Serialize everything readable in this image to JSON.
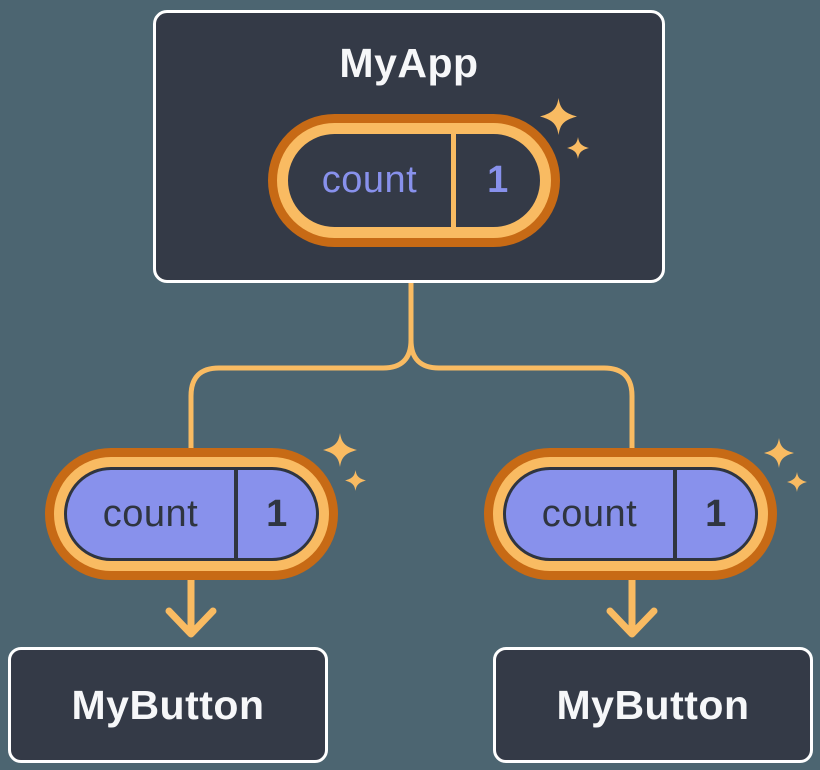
{
  "page": {
    "background": "#4C6571"
  },
  "colors": {
    "card_bg": "#343A47",
    "card_border": "#FFFFFF",
    "text_light": "#F6F7F9",
    "purple": "#8891EC",
    "orange_dark": "#C76A15",
    "orange_light": "#F9BB62",
    "ink": "#2F3540"
  },
  "app": {
    "title": "MyApp",
    "state": {
      "label": "count",
      "value": "1"
    }
  },
  "children": [
    {
      "title": "MyButton",
      "pill": {
        "label": "count",
        "value": "1"
      }
    },
    {
      "title": "MyButton",
      "pill": {
        "label": "count",
        "value": "1"
      }
    }
  ],
  "icons": {
    "sparkle": "sparkle-icon",
    "arrow": "arrow-down-icon"
  }
}
